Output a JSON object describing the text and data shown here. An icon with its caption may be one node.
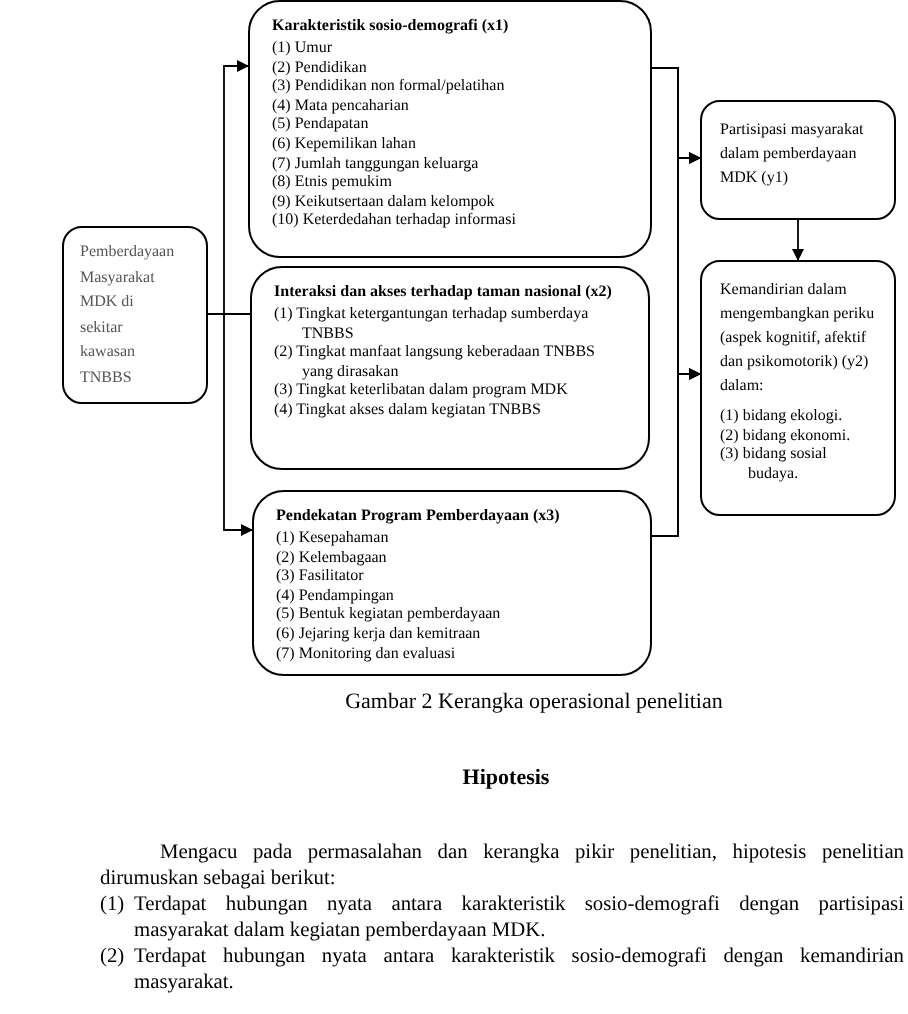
{
  "diagram": {
    "caption": "Gambar 2 Kerangka operasional penelitian",
    "nodes": [
      {
        "text": [
          "Pemberdayaan Masyarakat MDK di sekitar kawasan TNBBS"
        ]
      },
      {
        "text": [
          "Karakteristik sosio-demografi (x1)",
          "(1) Umur",
          "(2) Pendidikan",
          "(3) Pendidikan non formal/pelatihan",
          "(4) Mata pencaharian",
          "(5) Pendapatan",
          "(6) Kepemilikan lahan",
          "(7) Jumlah tanggungan keluarga",
          "(8) Etnis pemukim",
          "(9) Keikutsertaan dalam kelompok",
          "(10) Keterdedahan terhadap informasi"
        ]
      },
      {
        "text": [
          "Interaksi dan akses terhadap taman nasional (x2)",
          "(1) Tingkat ketergantungan terhadap sumberdaya TNBBS",
          "(2) Tingkat manfaat langsung keberadaan TNBBS yang dirasakan",
          "(3) Tingkat keterlibatan dalam program MDK",
          "(4) Tingkat akses dalam kegiatan TNBBS"
        ]
      },
      {
        "text": [
          "Pendekatan Program Pemberdayaan (x3)",
          "(1) Kesepahaman",
          "(2) Kelembagaan",
          "(3) Fasilitator",
          "(4) Pendampingan",
          "(5) Bentuk kegiatan pemberdayaan",
          "(6) Jejaring kerja dan kemitraan",
          "(7) Monitoring dan evaluasi"
        ]
      },
      {
        "text": [
          "Partisipasi masyarakat dalam pemberdayaan MDK (y1)"
        ]
      },
      {
        "text": [
          "Kemandirian dalam mengembangkan periku (aspek kognitif, afektif dan psikomotorik) (y2) dalam:",
          "(1) bidang ekologi.",
          "(2) bidang ekonomi.",
          "(3) bidang sosial budaya."
        ]
      }
    ],
    "edges": [
      {
        "from": 0,
        "to": 1,
        "arrow": "to"
      },
      {
        "from": 0,
        "to": 2,
        "arrow": "none"
      },
      {
        "from": 0,
        "to": 3,
        "arrow": "to"
      },
      {
        "from": 1,
        "to": 4,
        "arrow": "to"
      },
      {
        "from": 1,
        "to": 5,
        "arrow": "to"
      },
      {
        "from": 3,
        "to": 4,
        "arrow": "to"
      },
      {
        "from": 3,
        "to": 5,
        "arrow": "to"
      },
      {
        "from": 4,
        "to": 5,
        "arrow": "to"
      }
    ],
    "labels": [
      "Hipotesis",
      "Mengacu pada permasalahan dan kerangka pikir penelitian, hipotesis penelitian dirumuskan sebagai berikut:",
      "(1)",
      "Terdapat hubungan nyata antara karakteristik sosio-demografi dengan partisipasi masyarakat dalam kegiatan pemberdayaan MDK.",
      "(2)",
      "Terdapat hubungan nyata antara karakteristik sosio-demografi dengan kemandirian masyarakat."
    ]
  }
}
